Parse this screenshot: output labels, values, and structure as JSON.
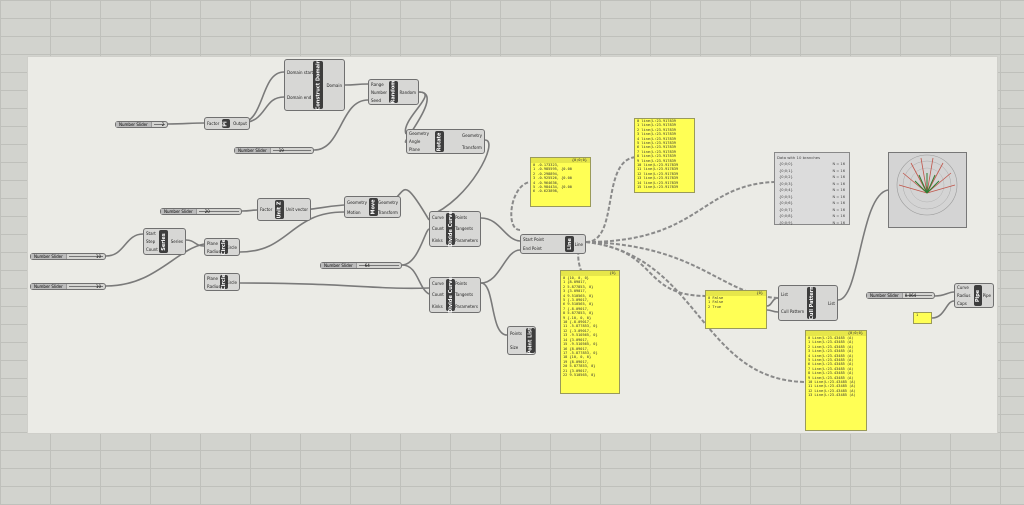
{
  "sliders": [
    {
      "label": "Number Slider",
      "value": "2"
    },
    {
      "label": "Number Slider",
      "value": "19"
    },
    {
      "label": "Number Slider",
      "value": "20"
    },
    {
      "label": "Number Slider",
      "value": "10"
    },
    {
      "label": "Number Slider",
      "value": "10"
    },
    {
      "label": "Number Slider",
      "value": "64"
    },
    {
      "label": "Number Slider",
      "value": "0.064"
    }
  ],
  "components": {
    "pi": {
      "title": "Pi",
      "inputs": [
        "Factor"
      ],
      "outputs": [
        "Output"
      ]
    },
    "domain": {
      "title": "Construct Domain",
      "inputs": [
        "Domain start",
        "Domain end"
      ],
      "outputs": [
        "Domain"
      ]
    },
    "random": {
      "title": "Random",
      "inputs": [
        "Range",
        "Number",
        "Seed"
      ],
      "outputs": [
        "Random"
      ]
    },
    "rotate": {
      "title": "Rotate",
      "inputs": [
        "Geometry",
        "Angle",
        "Plane"
      ],
      "outputs": [
        "Geometry",
        "Transform"
      ]
    },
    "unitz": {
      "title": "Unit Z",
      "inputs": [
        "Factor"
      ],
      "outputs": [
        "Unit vector"
      ]
    },
    "move": {
      "title": "Move",
      "inputs": [
        "Geometry",
        "Motion"
      ],
      "outputs": [
        "Geometry",
        "Transform"
      ]
    },
    "series": {
      "title": "Series",
      "inputs": [
        "Start",
        "Step",
        "Count"
      ],
      "outputs": [
        "Series"
      ]
    },
    "circle1": {
      "title": "Circle",
      "inputs": [
        "Plane",
        "Radius"
      ],
      "outputs": [
        "Circle"
      ]
    },
    "circle2": {
      "title": "Circle",
      "inputs": [
        "Plane",
        "Radius"
      ],
      "outputs": [
        "Circle"
      ]
    },
    "divide1": {
      "title": "Divide Curve",
      "inputs": [
        "Curve",
        "Count",
        "Kinks"
      ],
      "outputs": [
        "Points",
        "Tangents",
        "Parameters"
      ]
    },
    "divide2": {
      "title": "Divide Curve",
      "inputs": [
        "Curve",
        "Count",
        "Kinks"
      ],
      "outputs": [
        "Points",
        "Tangents",
        "Parameters"
      ]
    },
    "line": {
      "title": "Line",
      "inputs": [
        "Start Point",
        "End Point"
      ],
      "outputs": [
        "Line"
      ]
    },
    "pointlist": {
      "title": "Point List",
      "inputs": [
        "Points",
        "Size"
      ],
      "outputs": []
    },
    "cull": {
      "title": "Cull Pattern",
      "inputs": [
        "List",
        "Cull Pattern"
      ],
      "outputs": [
        "List"
      ]
    },
    "pipe": {
      "title": "Pipe",
      "inputs": [
        "Curve",
        "Radius",
        "Caps"
      ],
      "outputs": [
        "Pipe"
      ]
    }
  },
  "panels": {
    "p1": {
      "header": "{0;0;0}",
      "lines": [
        "0 -0.173323,",
        "1 -0.985595, {0.00",
        "2 -0.298894,",
        "3 -0.925526, {0.00",
        "4 -0.964636,",
        "5 -0.984434, {0.00",
        "6 -0.623898,"
      ]
    },
    "p2": {
      "header": "",
      "lines": [
        "0 line(L:23.917839",
        "1 line(L:23.917839",
        "2 line(L:23.917839",
        "3 line(L:23.917839",
        "4 line(L:23.917839",
        "5 line(L:23.917839",
        "6 line(L:23.917839",
        "7 line(L:23.917839",
        "8 line(L:23.917839",
        "9 line(L:23.917839",
        "10 line(L:23.917839",
        "11 line(L:23.917839",
        "12 line(L:23.917839",
        "13 line(L:23.917839",
        "14 line(L:23.917839",
        "15 line(L:23.917839"
      ]
    },
    "p3": {
      "header": "{0}",
      "lines": [
        "0 {10, 0, 0}",
        "1 {8.09017,",
        "2 5.877853, 0}",
        "3 {3.09017,",
        "4 9.510565, 0}",
        "5 {-3.09017,",
        "6 9.510565, 0}",
        "7 {-8.09017,",
        "8 5.877853, 0}",
        "9 {-10, 0, 0}",
        "10 {-8.09017,",
        "11 -5.877853, 0}",
        "12 {-3.09017,",
        "13 -9.510565, 0}",
        "14 {3.09017,",
        "15 -9.510565, 0}",
        "16 {8.09017,",
        "17 -5.877853, 0}",
        "18 {10, 0, 0}",
        "19 {8.09017,",
        "20 5.877853, 0}",
        "21 {3.09017,",
        "22 9.510565, 0}"
      ]
    },
    "p4": {
      "header": "{0}",
      "lines": [
        "0 False",
        "1 False",
        "2 True"
      ]
    },
    "p5": {
      "header": "{0;0;0}",
      "lines": [
        "0 Line(L:23.43485 (A)",
        "1 Line(L:23.43485 (A)",
        "2 Line(L:23.43485 (A)",
        "3 Line(L:23.43485 (A)",
        "4 Line(L:23.43485 (A)",
        "5 Line(L:23.43485 (A)",
        "6 Line(L:23.43485 (A)",
        "7 Line(L:23.43485 (A)",
        "8 Line(L:23.43485 (A)",
        "9 Line(L:23.43485 (A)",
        "10 Line(L:23.43485 (A)",
        "11 Line(L:23.43485 (A)",
        "12 Line(L:23.43485 (A)",
        "13 Line(L:23.43485 (A)"
      ]
    },
    "p6": {
      "header": "",
      "lines": [
        "1"
      ]
    }
  },
  "data_viewer": {
    "title": "Data with 10 branches",
    "rows": [
      {
        "path": "{0;0;0}",
        "count": "N = 16"
      },
      {
        "path": "{0;0;1}",
        "count": "N = 16"
      },
      {
        "path": "{0;0;2}",
        "count": "N = 16"
      },
      {
        "path": "{0;0;3}",
        "count": "N = 16"
      },
      {
        "path": "{0;0;4}",
        "count": "N = 16"
      },
      {
        "path": "{0;0;5}",
        "count": "N = 16"
      },
      {
        "path": "{0;0;6}",
        "count": "N = 16"
      },
      {
        "path": "{0;0;7}",
        "count": "N = 16"
      },
      {
        "path": "{0;0;8}",
        "count": "N = 16"
      },
      {
        "path": "{0;0;9}",
        "count": "N = 16"
      }
    ]
  },
  "colors": {
    "canvas": "#ebebe6",
    "component": "#d7d7d5",
    "component_title": "#3d3d3d",
    "panel": "#ffff55",
    "wire": "#7a7a7a"
  }
}
